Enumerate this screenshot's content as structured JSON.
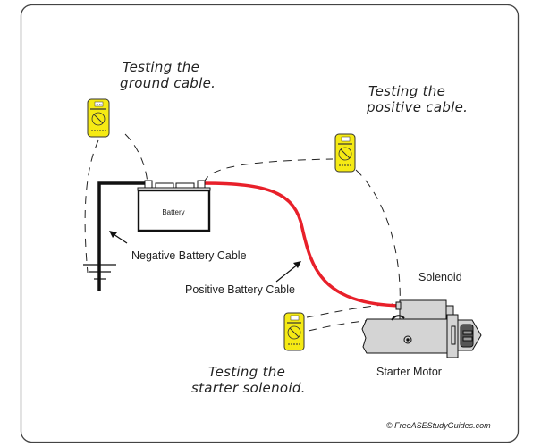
{
  "diagram": {
    "title": "Battery cable and starter solenoid testing diagram",
    "annotations": {
      "ground_test": [
        "Testing the",
        "ground cable."
      ],
      "positive_test": [
        "Testing the",
        "positive cable."
      ],
      "solenoid_test": [
        "Testing the",
        "starter solenoid."
      ]
    },
    "labels": {
      "battery": "Battery",
      "negative_cable": "Negative Battery Cable",
      "positive_cable": "Positive Battery Cable",
      "solenoid": "Solenoid",
      "starter_motor": "Starter Motor"
    },
    "multimeter_display": "TLM",
    "credit": "© FreeASEStudyGuides.com",
    "colors": {
      "positive_cable": "#e8202a",
      "negative_cable": "#111111",
      "multimeter": "#f5ea14",
      "starter_body": "#d4d4d4",
      "starter_dark": "#555555",
      "frame": "#444444"
    }
  }
}
